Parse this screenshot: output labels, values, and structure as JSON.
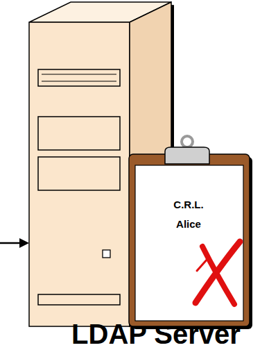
{
  "diagram": {
    "nodes": [
      {
        "text": [
          "LDAP Server"
        ]
      },
      {
        "text": [
          "C.R.L.",
          "Alice"
        ]
      }
    ]
  }
}
